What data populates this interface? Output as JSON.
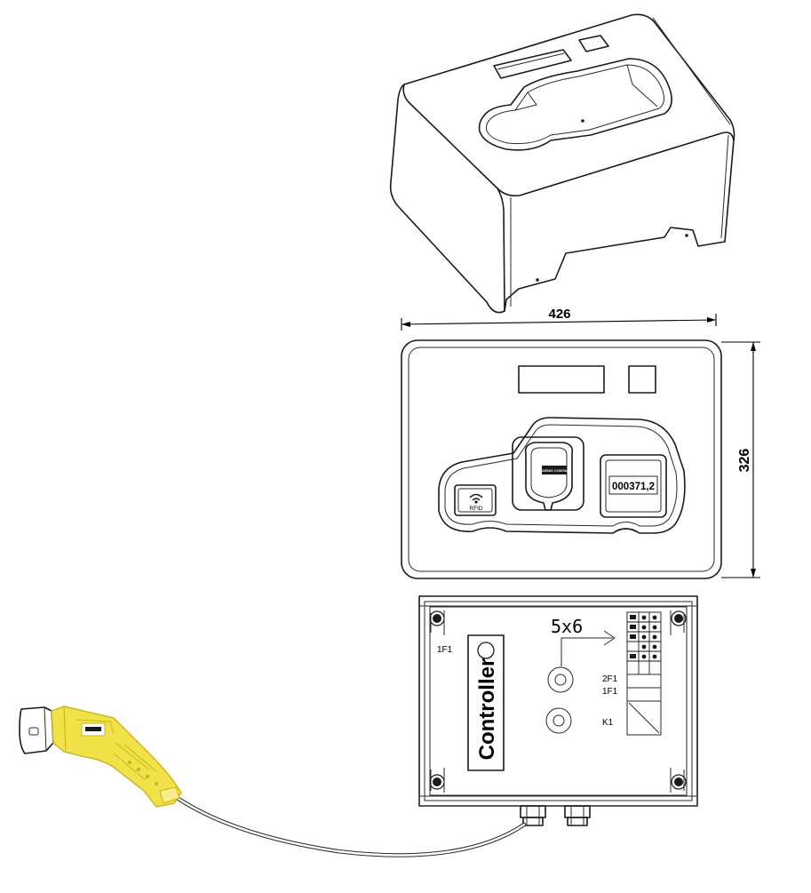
{
  "dimensions": {
    "width_label": "426",
    "height_label": "326"
  },
  "front_panel": {
    "rfid_label": "RFID",
    "meter_reading": "000371,2",
    "socket_brand": "PHOENIX CONTACT"
  },
  "enclosure": {
    "controller_label": "Controller",
    "label_1f1_left": "1F1",
    "label_2f1": "2F1",
    "label_1f1_right": "1F1",
    "label_k1": "K1",
    "handwritten_note": "5x6"
  },
  "colors": {
    "line": "#1a1a1a",
    "plug_accent": "#f2e24a",
    "plug_accent_dark": "#c8b51e"
  }
}
